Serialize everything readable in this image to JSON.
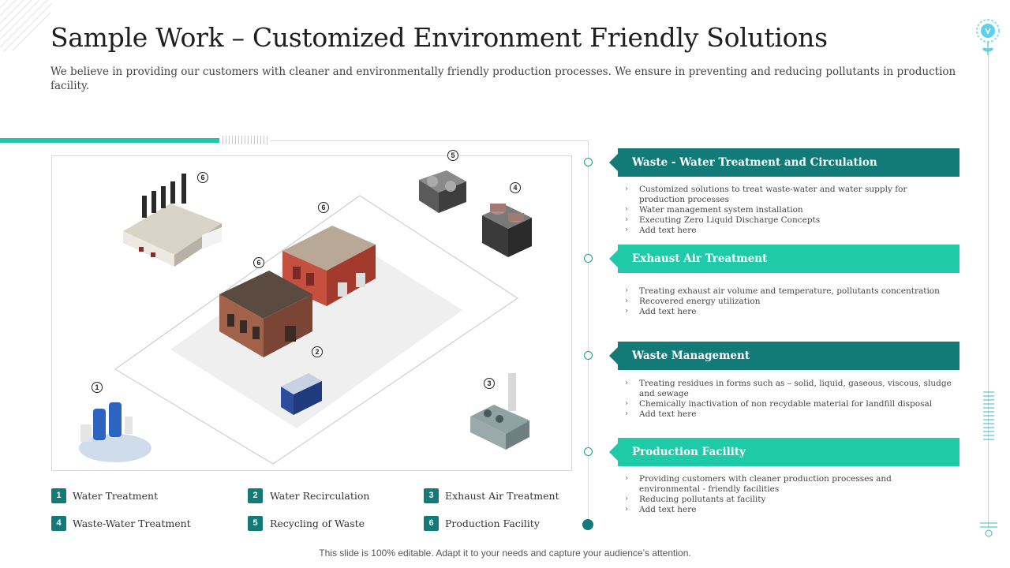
{
  "title": "Sample Work – Customized Environment Friendly Solutions",
  "subtitle": "We believe in providing our customers with cleaner and environmentally friendly production processes. We ensure in preventing and reducing pollutants in production facility.",
  "footer": "This slide is 100% editable. Adapt it to your needs and capture your audience’s attention.",
  "colors": {
    "dark_teal": "#127a77",
    "light_teal": "#1fcaa9"
  },
  "sections": [
    {
      "heading": "Waste - Water Treatment and Circulation",
      "style": "dark",
      "bullets": [
        "Customized solutions to treat waste-water and water supply for production processes",
        "Water management system installation",
        "Executing Zero Liquid Discharge Concepts",
        "Add text here"
      ]
    },
    {
      "heading": "Exhaust Air Treatment",
      "style": "light",
      "bullets": [
        "Treating exhaust air volume and temperature, pollutants concentration",
        "Recovered energy utilization",
        "Add text here"
      ]
    },
    {
      "heading": "Waste Management",
      "style": "dark",
      "bullets": [
        "Treating residues in forms such as – solid, liquid, gaseous, viscous, sludge and sewage",
        "Chemically inactivation of non recydable material for landfill disposal",
        "Add text here"
      ]
    },
    {
      "heading": "Production Facility",
      "style": "light",
      "bullets": [
        "Providing customers with cleaner production processes and environmental - friendly facilities",
        "Reducing pollutants at facility",
        "Add text here"
      ]
    }
  ],
  "legend": [
    {
      "num": "1",
      "label": "Water Treatment"
    },
    {
      "num": "2",
      "label": "Water Recirculation"
    },
    {
      "num": "3",
      "label": "Exhaust Air Treatment"
    },
    {
      "num": "4",
      "label": "Waste-Water Treatment"
    },
    {
      "num": "5",
      "label": "Recycling of Waste"
    },
    {
      "num": "6",
      "label": "Production Facility"
    }
  ],
  "markers": [
    "6",
    "6",
    "6",
    "5",
    "4",
    "2",
    "1",
    "3"
  ],
  "icons": {
    "top_right": "lightbulb-plant-icon"
  }
}
